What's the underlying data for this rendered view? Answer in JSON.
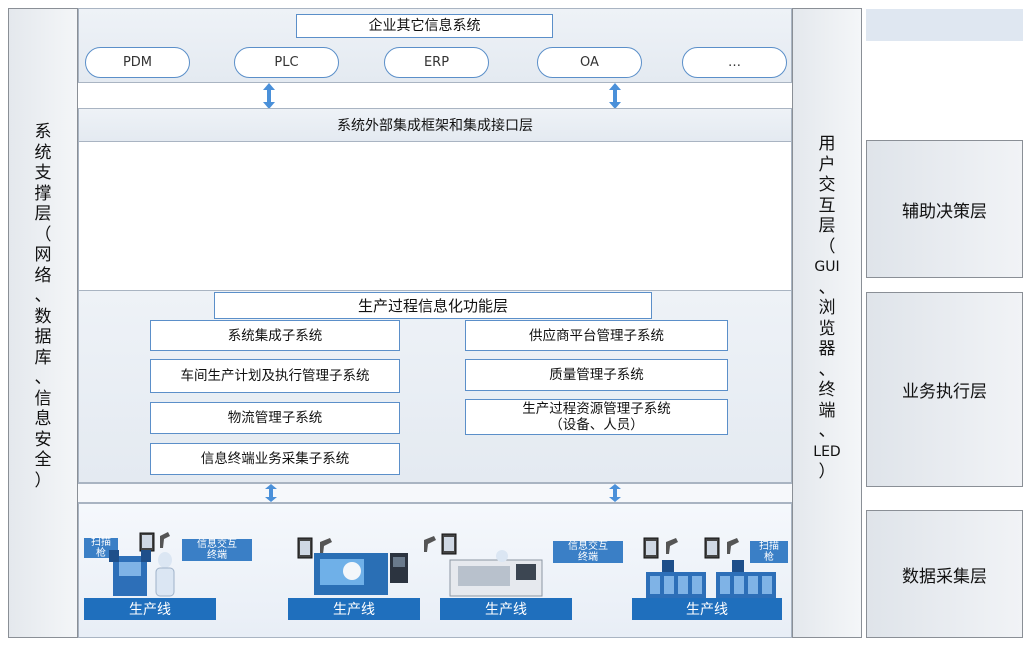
{
  "left_sidebar": {
    "chars": [
      "系",
      "统",
      "支",
      "撑",
      "层",
      "（",
      "网",
      "络",
      "、",
      "数",
      "据",
      "库",
      "、",
      "信",
      "息",
      "安",
      "全",
      "）"
    ]
  },
  "right_sidebar": {
    "chars": [
      "用",
      "户",
      "交",
      "互",
      "层",
      "（",
      "GUI",
      "、",
      "浏",
      "览",
      "器",
      "、",
      "终",
      "端",
      "、",
      "LED",
      "）"
    ]
  },
  "top": {
    "title": "企业其它信息系统",
    "systems": [
      "PDM",
      "PLC",
      "ERP",
      "OA",
      "…"
    ],
    "integration_layer": "系统外部集成框架和集成接口层"
  },
  "function_layer": {
    "title": "生产过程信息化功能层",
    "left": [
      "系统集成子系统",
      "车间生产计划及执行管理子系统",
      "物流管理子系统",
      "信息终端业务采集子系统"
    ],
    "right_1": "供应商平台管理子系统",
    "right_2": "质量管理子系统",
    "right_3_line1": "生产过程资源管理子系统",
    "right_3_line2": "（设备、人员）"
  },
  "shop_floor": {
    "production_line": "生产线",
    "scanner_line1": "扫描",
    "scanner_line2": "枪",
    "terminal_line1": "信息交互",
    "terminal_line2": "终端"
  },
  "right_layers": [
    "辅助决策层",
    "业务执行层",
    "数据采集层"
  ],
  "colors": {
    "accent": "#1f6fbd",
    "border": "#5b8fc9",
    "arrow": "#4a90d9"
  }
}
